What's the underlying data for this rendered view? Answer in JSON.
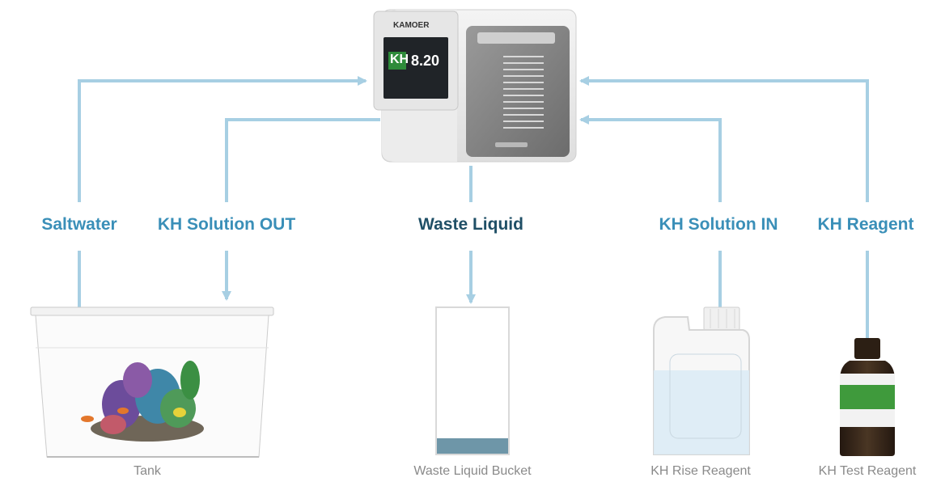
{
  "colors": {
    "flow_line": "#a7cfe3",
    "label_blue": "#3a8fb8",
    "label_dark": "#1f4f66",
    "caption": "#8a8a8a",
    "waste_fill": "#6e96a8",
    "reagent_green": "#3f9a3c",
    "bottle_brown": "#3a2a1c"
  },
  "device": {
    "brand": "KAMOER",
    "screen_title": "KH",
    "reading": "8.20"
  },
  "flows": {
    "saltwater": "Saltwater",
    "kh_solution_out": "KH Solution OUT",
    "waste_liquid": "Waste Liquid",
    "kh_solution_in": "KH Solution IN",
    "kh_reagent": "KH Reagent"
  },
  "items": {
    "tank": "Tank",
    "waste_bucket": "Waste Liquid Bucket",
    "rise_reagent": "KH Rise Reagent",
    "test_reagent": "KH Test Reagent"
  },
  "icons": [
    "kh-monitor-device-icon",
    "aquarium-tank-icon",
    "coral-reef-icon",
    "waste-bucket-icon",
    "reagent-jug-icon",
    "reagent-bottle-icon",
    "arrow-icon"
  ]
}
